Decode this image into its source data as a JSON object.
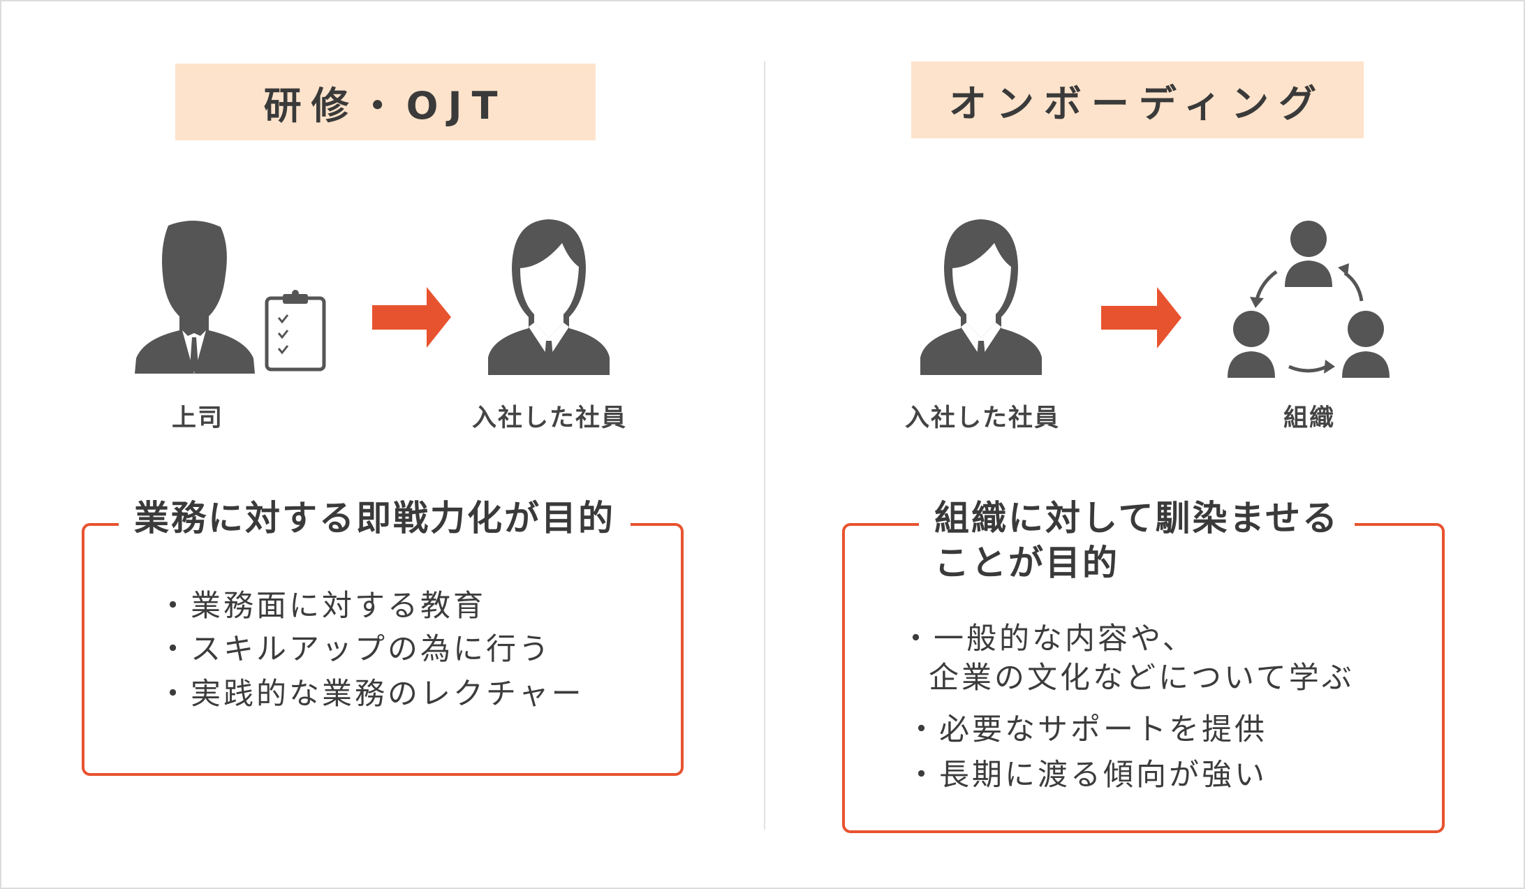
{
  "colors": {
    "accent": "#e8532f",
    "title_bg": "#fde3cb",
    "icon": "#555555"
  },
  "left": {
    "title": "研修・OJT",
    "from_label": "上司",
    "to_label": "入社した社員",
    "heading": "業務に対する即戦力化が目的",
    "bullets": [
      "・業務面に対する教育",
      "・スキルアップの為に行う",
      "・実践的な業務のレクチャー"
    ]
  },
  "right": {
    "title": "オンボーディング",
    "from_label": "入社した社員",
    "to_label": "組織",
    "heading_lines": [
      "組織に対して馴染ませる",
      "ことが目的"
    ],
    "bullets": [
      "・一般的な内容や、",
      "企業の文化などについて学ぶ",
      "・必要なサポートを提供",
      "・長期に渡る傾向が強い"
    ]
  }
}
